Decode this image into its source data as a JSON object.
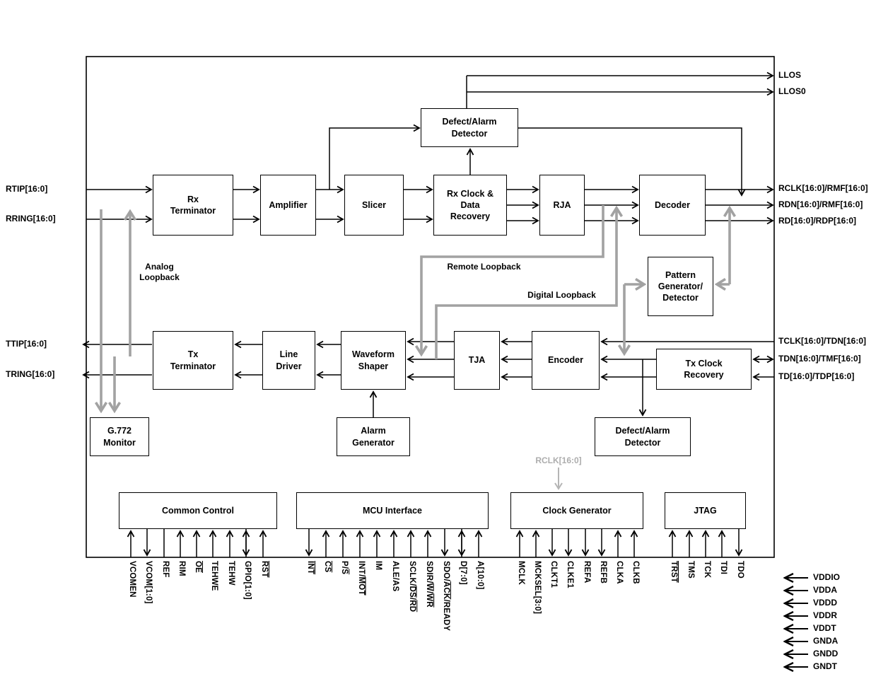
{
  "diagram": {
    "blocks": [
      {
        "id": "rx_terminator",
        "label": "Rx\nTerminator"
      },
      {
        "id": "amplifier",
        "label": "Amplifier"
      },
      {
        "id": "slicer",
        "label": "Slicer"
      },
      {
        "id": "rx_cdr",
        "label": "Rx Clock &\nData\nRecovery"
      },
      {
        "id": "rja",
        "label": "RJA"
      },
      {
        "id": "decoder",
        "label": "Decoder"
      },
      {
        "id": "defect_alarm_top",
        "label": "Defect/Alarm\nDetector"
      },
      {
        "id": "pattern_gen",
        "label": "Pattern\nGenerator/\nDetector"
      },
      {
        "id": "tx_terminator",
        "label": "Tx\nTerminator"
      },
      {
        "id": "line_driver",
        "label": "Line\nDriver"
      },
      {
        "id": "waveform_shaper",
        "label": "Waveform\nShaper"
      },
      {
        "id": "tja",
        "label": "TJA"
      },
      {
        "id": "encoder",
        "label": "Encoder"
      },
      {
        "id": "tx_clock_recovery",
        "label": "Tx Clock\nRecovery"
      },
      {
        "id": "alarm_generator",
        "label": "Alarm\nGenerator"
      },
      {
        "id": "defect_alarm_bottom",
        "label": "Defect/Alarm\nDetector"
      },
      {
        "id": "g772_monitor",
        "label": "G.772\nMonitor"
      },
      {
        "id": "common_control",
        "label": "Common Control"
      },
      {
        "id": "mcu_interface",
        "label": "MCU Interface"
      },
      {
        "id": "clock_generator",
        "label": "Clock Generator"
      },
      {
        "id": "jtag",
        "label": "JTAG"
      }
    ],
    "annotations": {
      "analog_loopback": "Analog\nLoopback",
      "remote_loopback": "Remote Loopback",
      "digital_loopback": "Digital Loopback",
      "rclk_gray": "RCLK[16:0]"
    },
    "left_pins": [
      {
        "label": "RTIP[16:0]"
      },
      {
        "label": "RRING[16:0]"
      },
      {
        "label": "TTIP[16:0]"
      },
      {
        "label": "TRING[16:0]"
      }
    ],
    "right_pins": [
      {
        "label": "LLOS"
      },
      {
        "label": "LLOS0"
      },
      {
        "label": "RCLK[16:0]/RMF[16:0]"
      },
      {
        "label": "RDN[16:0]/RMF[16:0]"
      },
      {
        "label": "RD[16:0]/RDP[16:0]"
      },
      {
        "label": "TCLK[16:0]/TDN[16:0]"
      },
      {
        "label": "TDN[16:0]/TMF[16:0]"
      },
      {
        "label": "TD[16:0]/TDP[16:0]"
      }
    ],
    "bottom_pin_groups": [
      {
        "block": "common_control",
        "pins": [
          {
            "segs": [
              [
                "VCOMEN",
                0
              ]
            ],
            "dir": "in"
          },
          {
            "segs": [
              [
                "VCOM[1:0]",
                0
              ]
            ],
            "dir": "out"
          },
          {
            "segs": [
              [
                "REF",
                0
              ]
            ],
            "dir": "none"
          },
          {
            "segs": [
              [
                "RIM",
                0
              ]
            ],
            "dir": "in"
          },
          {
            "segs": [
              [
                "OE",
                1
              ]
            ],
            "dir": "in"
          },
          {
            "segs": [
              [
                "TEHWE",
                0
              ]
            ],
            "dir": "in"
          },
          {
            "segs": [
              [
                "TEHW",
                0
              ]
            ],
            "dir": "in"
          },
          {
            "segs": [
              [
                "GPIO[1:0]",
                0
              ]
            ],
            "dir": "bi"
          },
          {
            "segs": [
              [
                "RST",
                1
              ]
            ],
            "dir": "in"
          }
        ]
      },
      {
        "block": "mcu_interface",
        "pins": [
          {
            "segs": [
              [
                "INT",
                1
              ]
            ],
            "dir": "out"
          },
          {
            "segs": [
              [
                "CS",
                1
              ]
            ],
            "dir": "in"
          },
          {
            "segs": [
              [
                "P/",
                0
              ],
              [
                "S",
                1
              ]
            ],
            "dir": "in"
          },
          {
            "segs": [
              [
                "INT/",
                0
              ],
              [
                "MOT",
                1
              ]
            ],
            "dir": "in"
          },
          {
            "segs": [
              [
                "IM",
                0
              ]
            ],
            "dir": "in"
          },
          {
            "segs": [
              [
                "ALE/AS",
                0
              ]
            ],
            "dir": "in"
          },
          {
            "segs": [
              [
                "SCLK/",
                0
              ],
              [
                "DS",
                1
              ],
              [
                "/",
                0
              ],
              [
                "RD",
                1
              ]
            ],
            "dir": "in"
          },
          {
            "segs": [
              [
                "SDIR/",
                0
              ],
              [
                "W",
                1
              ],
              [
                "/",
                0
              ],
              [
                "WR",
                1
              ]
            ],
            "dir": "in"
          },
          {
            "segs": [
              [
                "SDO/",
                0
              ],
              [
                "ACK",
                1
              ],
              [
                "/READY",
                0
              ]
            ],
            "dir": "out"
          },
          {
            "segs": [
              [
                "D[7:0]",
                0
              ]
            ],
            "dir": "bi"
          },
          {
            "segs": [
              [
                "A[10:0]",
                0
              ]
            ],
            "dir": "in"
          }
        ]
      },
      {
        "block": "clock_generator",
        "pins": [
          {
            "segs": [
              [
                "MCLK",
                0
              ]
            ],
            "dir": "in"
          },
          {
            "segs": [
              [
                "MCKSEL[3:0]",
                0
              ]
            ],
            "dir": "in"
          },
          {
            "segs": [
              [
                "CLKT1",
                0
              ]
            ],
            "dir": "out"
          },
          {
            "segs": [
              [
                "CLKE1",
                0
              ]
            ],
            "dir": "out"
          },
          {
            "segs": [
              [
                "REFA",
                0
              ]
            ],
            "dir": "out"
          },
          {
            "segs": [
              [
                "REFB",
                0
              ]
            ],
            "dir": "out"
          },
          {
            "segs": [
              [
                "CLKA",
                0
              ]
            ],
            "dir": "in"
          },
          {
            "segs": [
              [
                "CLKB",
                0
              ]
            ],
            "dir": "in"
          }
        ]
      },
      {
        "block": "jtag",
        "pins": [
          {
            "segs": [
              [
                "TRST",
                1
              ]
            ],
            "dir": "in"
          },
          {
            "segs": [
              [
                "TMS",
                0
              ]
            ],
            "dir": "in"
          },
          {
            "segs": [
              [
                "TCK",
                0
              ]
            ],
            "dir": "in"
          },
          {
            "segs": [
              [
                "TDI",
                0
              ]
            ],
            "dir": "in"
          },
          {
            "segs": [
              [
                "TDO",
                0
              ]
            ],
            "dir": "out"
          }
        ]
      }
    ],
    "power_pins": [
      "VDDIO",
      "VDDA",
      "VDDD",
      "VDDR",
      "VDDT",
      "GNDA",
      "GNDD",
      "GNDT"
    ],
    "colors": {
      "line": "#000000",
      "loopback_gray": "#a2a2a2",
      "rclk_gray": "#b5b5b5",
      "background": "#ffffff"
    }
  }
}
